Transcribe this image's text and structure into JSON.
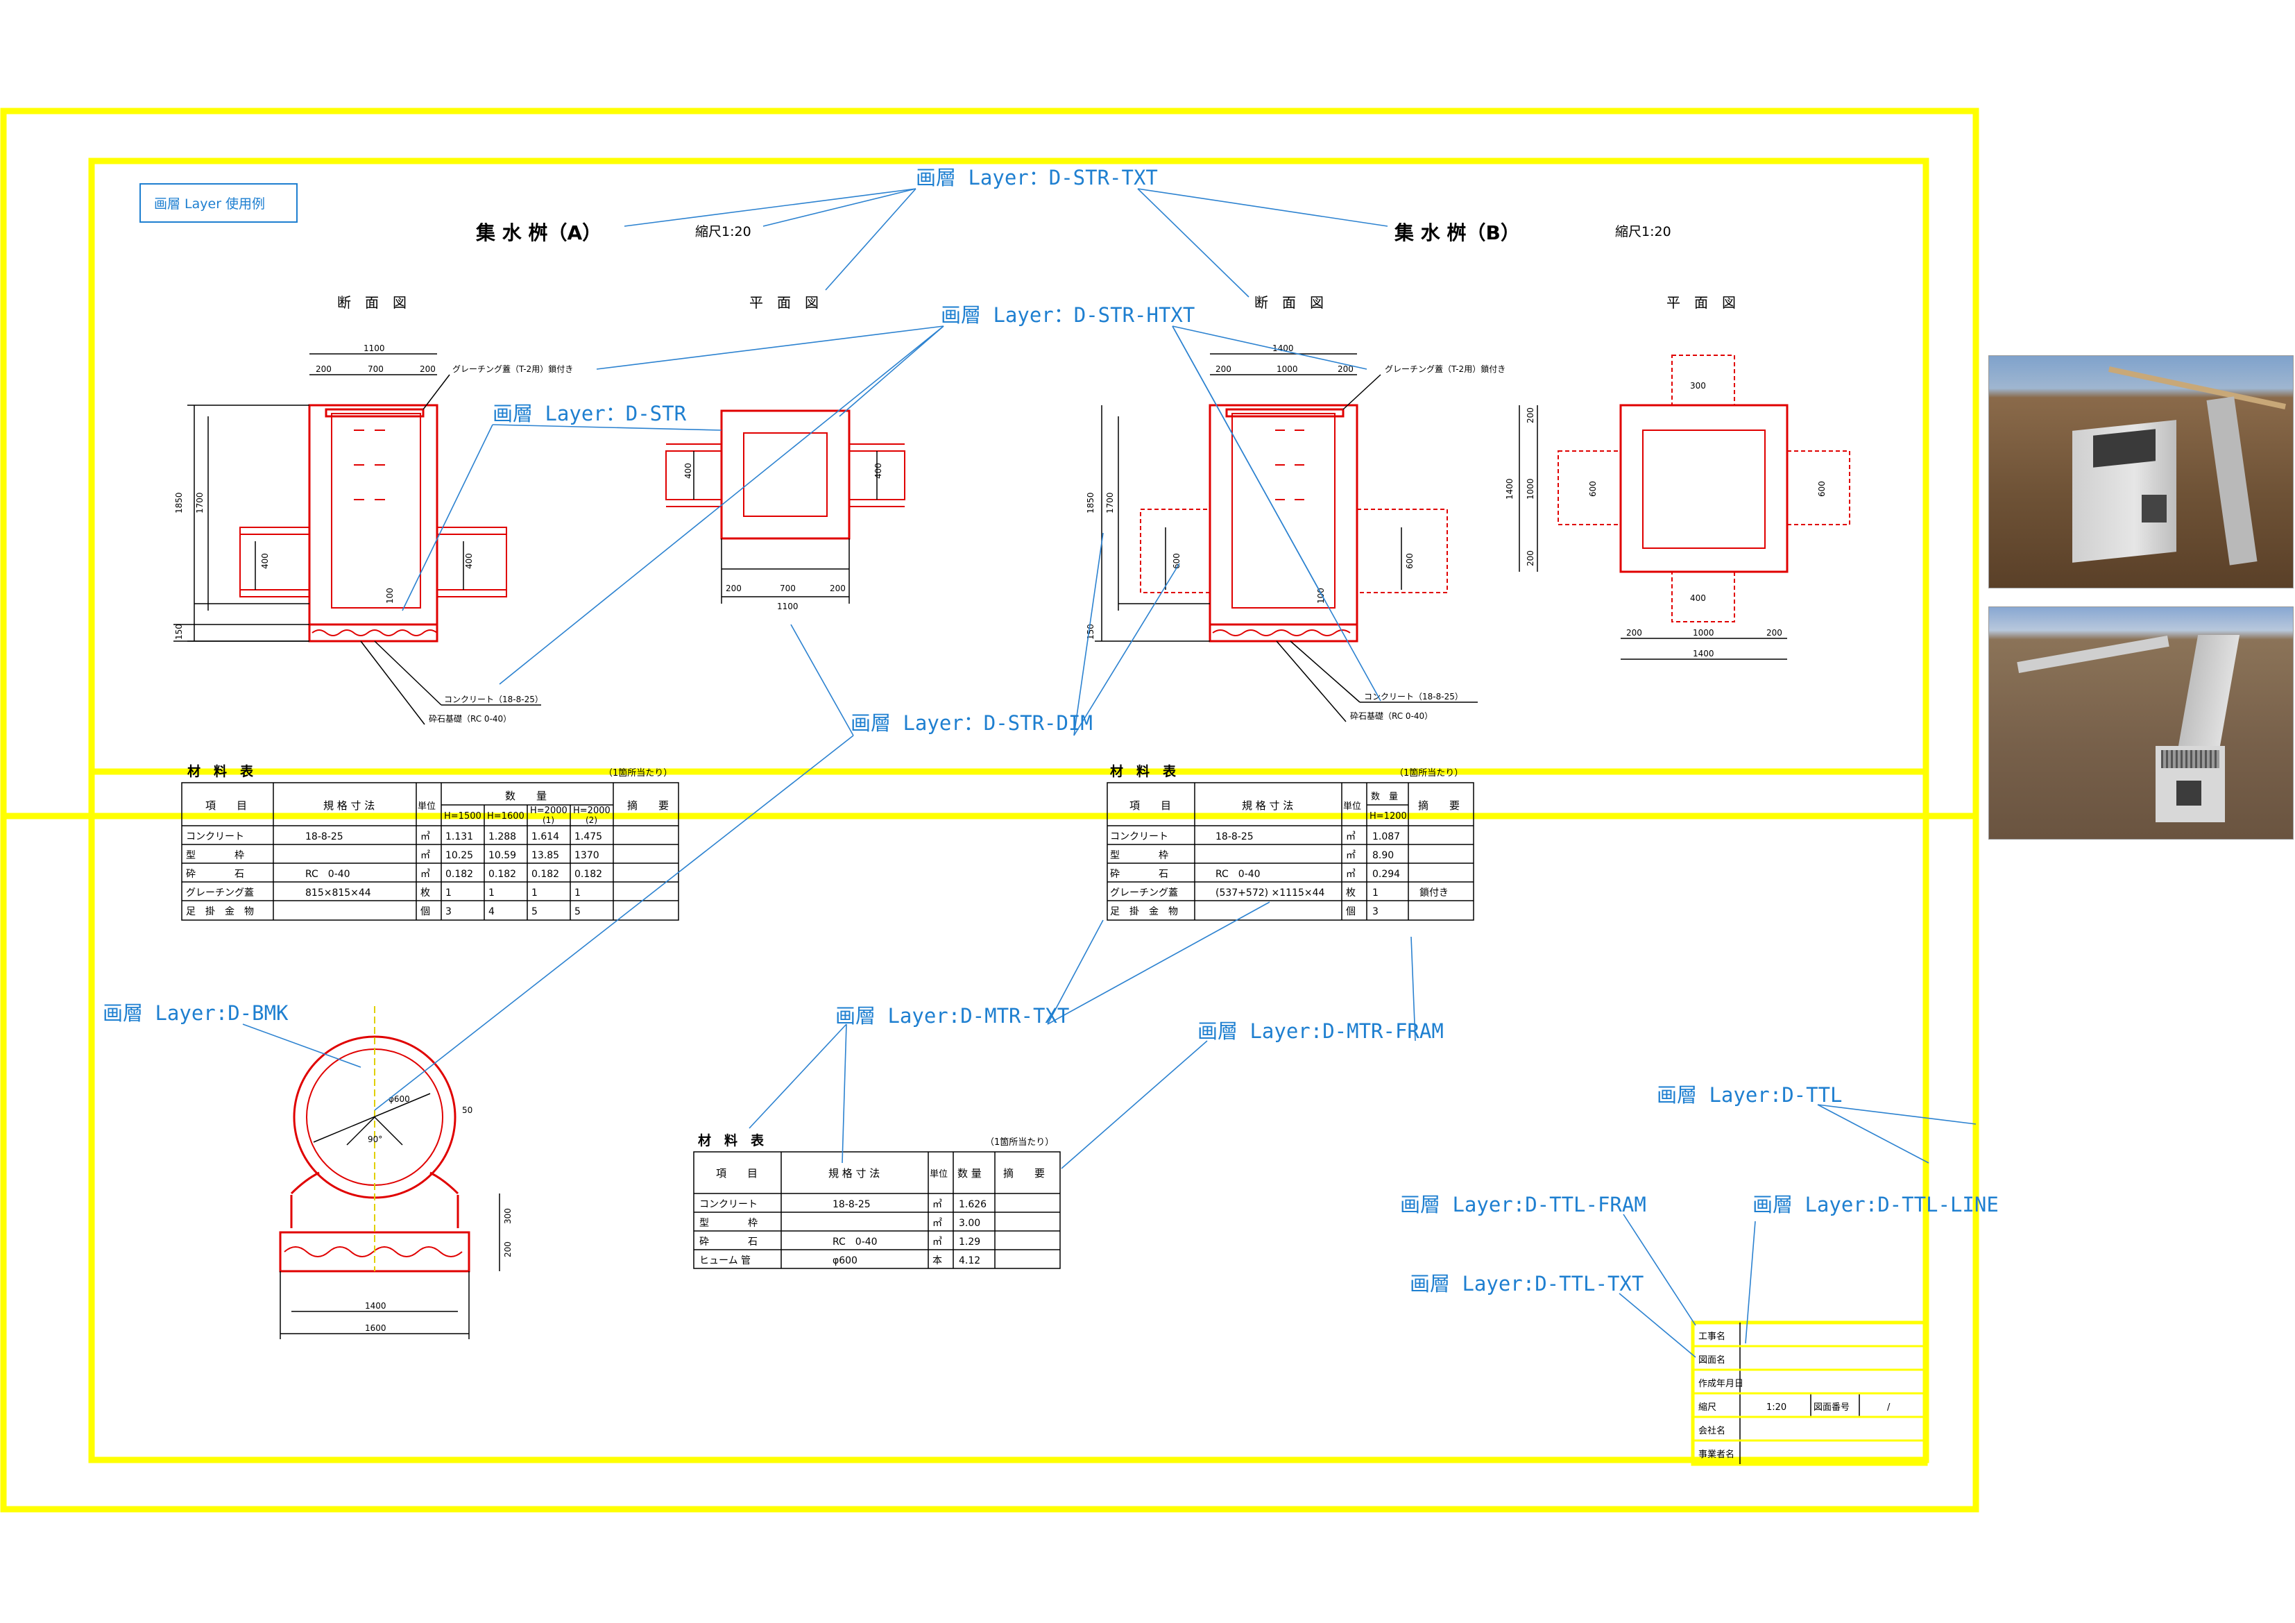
{
  "legend_box": "画層 Layer 使用例",
  "layer_labels": {
    "str_txt": "画層 Layer：D-STR-TXT",
    "str_htxt": "画層 Layer：D-STR-HTXT",
    "str": "画層 Layer：D-STR",
    "str_dim": "画層 Layer：D-STR-DIM",
    "bmk": "画層 Layer:D-BMK",
    "mtr_txt": "画層 Layer:D-MTR-TXT",
    "mtr_fram": "画層 Layer:D-MTR-FRAM",
    "ttl": "画層 Layer:D-TTL",
    "ttl_fram": "画層 Layer:D-TTL-FRAM",
    "ttl_line": "画層 Layer:D-TTL-LINE",
    "ttl_txt": "画層 Layer:D-TTL-TXT"
  },
  "titles": {
    "a": "集 水 桝（A）",
    "b": "集 水 桝（B）",
    "scale_a": "縮尺1:20",
    "scale_b": "縮尺1:20",
    "section": "断　面　図",
    "plan": "平　面　図"
  },
  "notes": {
    "grating": "グレーチング蓋（T-2用）鎖付き",
    "concrete": "コンクリート（18-8-25）",
    "gravel": "砕石基礎（RC 0-40）"
  },
  "dims": {
    "d1100": "1100",
    "d700": "700",
    "d200": "200",
    "d1850": "1850",
    "d1700": "1700",
    "d400": "400",
    "d100": "100",
    "d150": "150",
    "d1400": "1400",
    "d1000": "1000",
    "d600": "600",
    "d300": "300",
    "d1600": "1600",
    "d50": "50",
    "phi600": "φ600",
    "deg90": "90°"
  },
  "table_a": {
    "title": "材　料　表",
    "note": "（1箇所当たり）",
    "h_item": "項　　目",
    "h_spec": "規 格 寸 法",
    "h_unit": "単位",
    "h_qty": "数　　量",
    "h_q1": "H=1500",
    "h_q2": "H=1600",
    "h_q3a": "H=2000",
    "h_q3b": "(1)",
    "h_q4a": "H=2000",
    "h_q4b": "(2)",
    "h_rem": "摘　　要",
    "rows": [
      [
        "コンクリート",
        "18-8-25",
        "㎥",
        "1.131",
        "1.288",
        "1.614",
        "1.475"
      ],
      [
        "型　　　　枠",
        "",
        "㎡",
        "10.25",
        "10.59",
        "13.85",
        "1370"
      ],
      [
        "砕　　　　石",
        "RC　0-40",
        "㎥",
        "0.182",
        "0.182",
        "0.182",
        "0.182"
      ],
      [
        "グレーチング蓋",
        "815×815×44",
        "枚",
        "1",
        "1",
        "1",
        "1"
      ],
      [
        "足　掛　金　物",
        "",
        "個",
        "3",
        "4",
        "5",
        "5"
      ]
    ]
  },
  "table_b": {
    "title": "材　料　表",
    "note": "（1箇所当たり）",
    "h_item": "項　　目",
    "h_spec": "規 格 寸 法",
    "h_unit": "単位",
    "h_qty": "数　量",
    "h_q1": "H=1200",
    "h_rem": "摘　　要",
    "rows": [
      [
        "コンクリート",
        "18-8-25",
        "㎥",
        "1.087",
        ""
      ],
      [
        "型　　　　枠",
        "",
        "㎡",
        "8.90",
        ""
      ],
      [
        "砕　　　　石",
        "RC　0-40",
        "㎥",
        "0.294",
        ""
      ],
      [
        "グレーチング蓋",
        "(537+572) ×1115×44",
        "枚",
        "1",
        "鎖付き"
      ],
      [
        "足　掛　金　物",
        "",
        "個",
        "3",
        ""
      ]
    ]
  },
  "table_c": {
    "title": "材　料　表",
    "note": "（1箇所当たり）",
    "h_item": "項　　目",
    "h_spec": "規 格 寸 法",
    "h_unit": "単位",
    "h_qty": "数 量",
    "h_rem": "摘　　要",
    "rows": [
      [
        "コンクリート",
        "18-8-25",
        "㎥",
        "1.626",
        ""
      ],
      [
        "型　　　　枠",
        "",
        "㎡",
        "3.00",
        ""
      ],
      [
        "砕　　　　石",
        "RC　0-40",
        "㎥",
        "1.29",
        ""
      ],
      [
        "ヒューム 管",
        "φ600",
        "本",
        "4.12",
        ""
      ]
    ]
  },
  "title_block": {
    "rows": [
      {
        "label": "工事名",
        "value": ""
      },
      {
        "label": "図面名",
        "value": ""
      },
      {
        "label": "作成年月日",
        "value": ""
      },
      {
        "label": "縮尺",
        "value": "1:20",
        "extra_label": "図面番号",
        "extra_value": "/"
      },
      {
        "label": "会社名",
        "value": ""
      },
      {
        "label": "事業者名",
        "value": ""
      }
    ]
  },
  "colors": {
    "frame": "#ffff00",
    "structure": "#e00000",
    "layer_text": "#1e7fd0",
    "leader": "#2c82d0"
  }
}
